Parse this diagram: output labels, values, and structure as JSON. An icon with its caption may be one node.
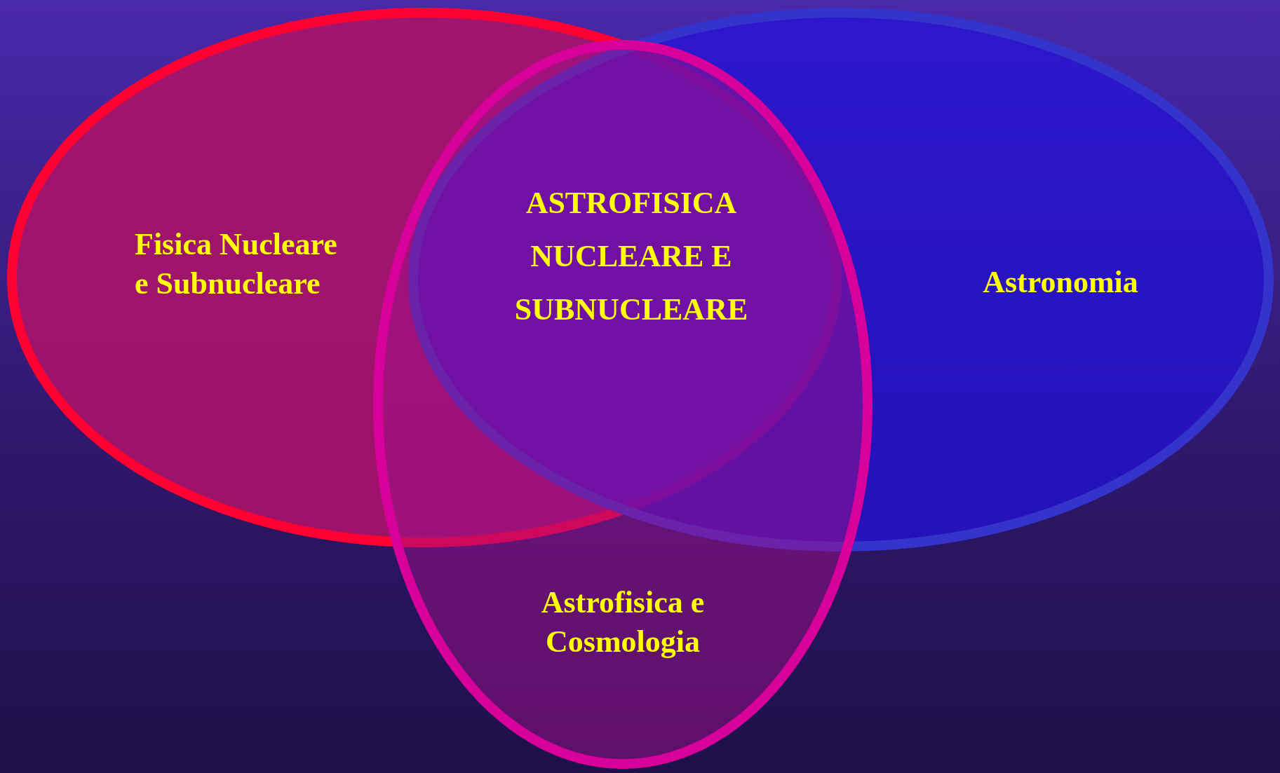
{
  "diagram": {
    "nodes": [
      {
        "text": [
          "Fisica Nucleare e Subnucleare"
        ]
      },
      {
        "text": [
          "Astronomia"
        ]
      },
      {
        "text": [
          "Astrofisica e Cosmologia"
        ]
      }
    ],
    "labels": [
      "ASTROFISICA NUCLEARE E SUBNUCLEARE"
    ]
  }
}
